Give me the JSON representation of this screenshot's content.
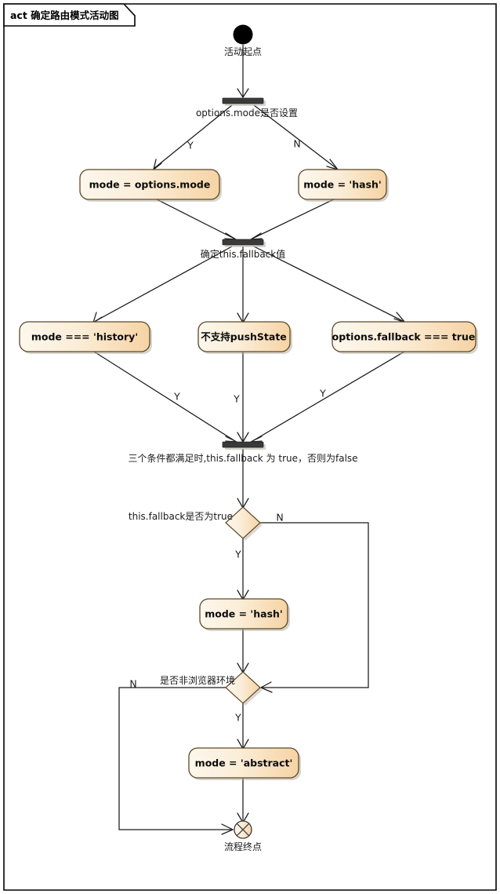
{
  "diagram": {
    "kind": "uml-activity-diagram",
    "frame_keyword": "act",
    "frame_title": "确定路由模式活动图",
    "title_full": "act 确定路由模式活动图",
    "colors": {
      "node_fill_light": "#fdf4e3",
      "node_fill_dark": "#f5d5a8",
      "node_stroke": "#5a4a2a",
      "edge": "#1a1a1a",
      "bar": "#3a3a3a",
      "frame_stroke": "#000000",
      "background": "#ffffff"
    },
    "nodes": {
      "start": {
        "type": "initial-node",
        "label": "活动起点"
      },
      "fork1": {
        "type": "fork-bar",
        "label": "options.mode是否设置"
      },
      "action_mode_options": {
        "type": "action",
        "label": "mode = options.mode"
      },
      "action_mode_hash_1": {
        "type": "action",
        "label": "mode = 'hash'"
      },
      "fork2": {
        "type": "merge-fork-bar",
        "label": "确定this.fallback值"
      },
      "action_mode_history": {
        "type": "action",
        "label": "mode === 'history'"
      },
      "action_no_pushstate": {
        "type": "action",
        "label": "不支持pushState"
      },
      "action_fallback_true": {
        "type": "action",
        "label": "options.fallback === true"
      },
      "join1": {
        "type": "join-bar",
        "label": "三个条件都满足时,this.fallback 为 true，否则为false"
      },
      "decision_fallback": {
        "type": "decision",
        "label": "this.fallback是否为true"
      },
      "action_mode_hash_2": {
        "type": "action",
        "label": "mode = 'hash'"
      },
      "decision_nonbrowser": {
        "type": "decision",
        "label": "是否非浏览器环境"
      },
      "action_mode_abstract": {
        "type": "action",
        "label": "mode = 'abstract'"
      },
      "end": {
        "type": "flow-final-node",
        "label": "流程终点"
      }
    },
    "branch_labels": {
      "fork1_yes": "Y",
      "fork1_no": "N",
      "history_yes": "Y",
      "pushstate_yes": "Y",
      "fallbacktrue_yes": "Y",
      "decision_fallback_yes": "Y",
      "decision_fallback_no": "N",
      "decision_nonbrowser_yes": "Y",
      "decision_nonbrowser_no": "N"
    }
  }
}
